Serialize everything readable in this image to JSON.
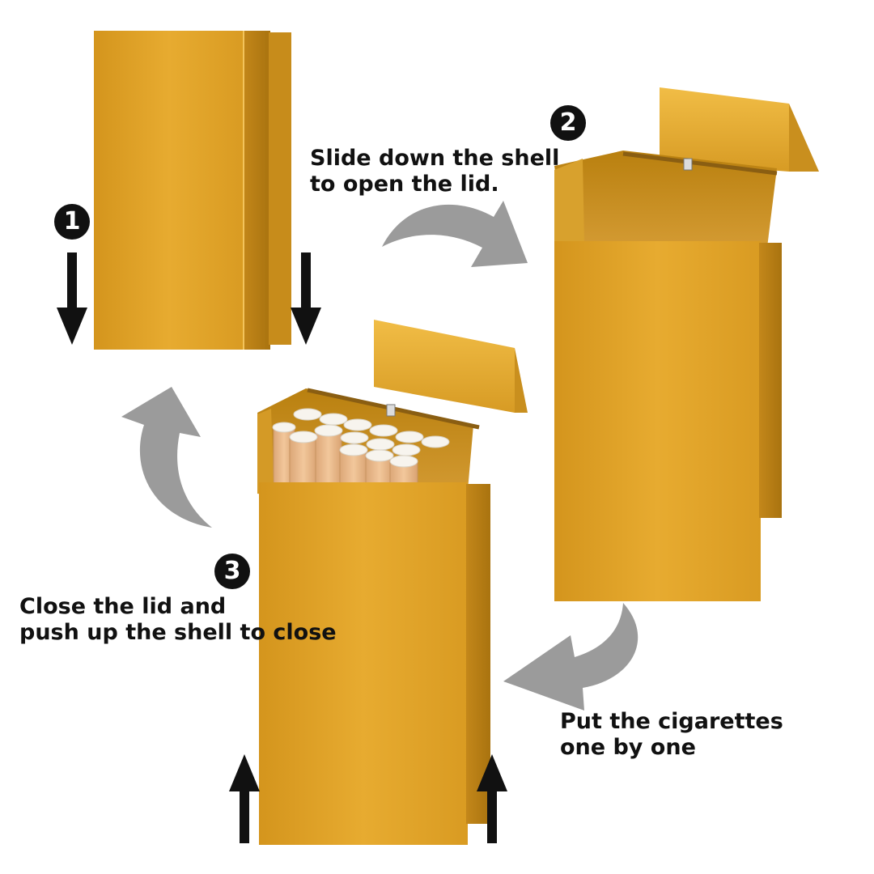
{
  "steps": [
    {
      "number": "1",
      "lines": []
    },
    {
      "number": "2",
      "lines": [
        "Slide down the shell",
        "to open the lid."
      ]
    },
    {
      "number": "3",
      "lines": [
        "Close the lid and",
        "push up the shell to close"
      ]
    }
  ],
  "extra_caption": {
    "lines": [
      "Put the cigarettes",
      "one by one"
    ]
  },
  "colors": {
    "case_gold": "#e2a52a",
    "case_shadow": "#b57d17",
    "curved_arrow": "#9b9b9b",
    "direction_arrow": "#111111",
    "filter_tip": "#e8b887",
    "filter_top": "#f7f4ee"
  },
  "icons": [
    "curved-arrow-icon",
    "arrow-down-icon",
    "arrow-up-icon",
    "step-badge-icon"
  ]
}
